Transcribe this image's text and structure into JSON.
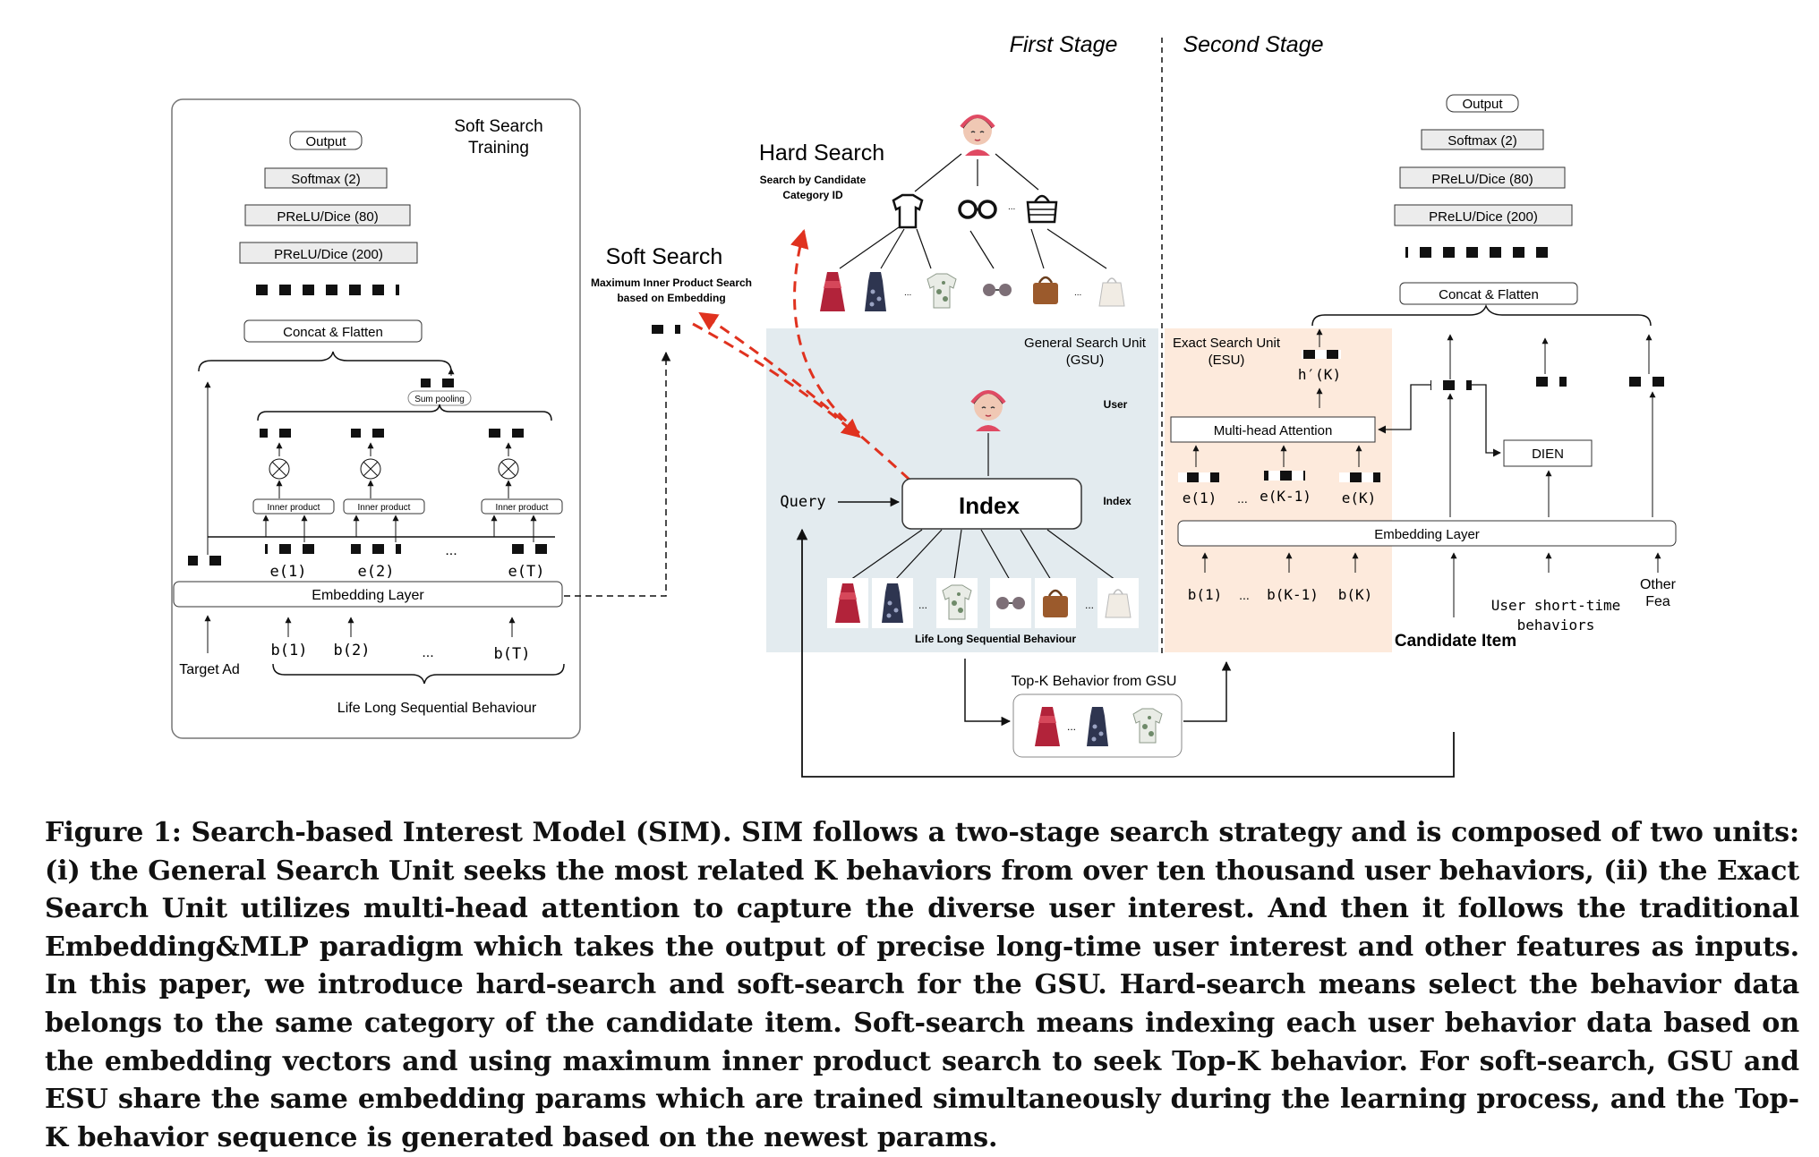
{
  "stages": {
    "first": "First Stage",
    "second": "Second Stage"
  },
  "soft_training": {
    "title_line1": "Soft Search",
    "title_line2": "Training",
    "output": "Output",
    "softmax": "Softmax (2)",
    "prelu80": "PReLU/Dice (80)",
    "prelu200": "PReLU/Dice (200)",
    "concat": "Concat & Flatten",
    "sum_pooling": "Sum pooling",
    "inner_product": "Inner product",
    "e1": "e(1)",
    "e2": "e(2)",
    "eT": "e(T)",
    "ellipsis": "...",
    "embedding_layer": "Embedding Layer",
    "target_ad": "Target Ad",
    "b1": "b(1)",
    "b2": "b(2)",
    "bT": "b(T)",
    "life_long": "Life Long Sequential Behaviour"
  },
  "hard_search": {
    "title": "Hard Search",
    "sub_line1": "Search by Candidate",
    "sub_line2": "Category ID"
  },
  "soft_search": {
    "title": "Soft Search",
    "sub_line1": "Maximum Inner Product Search",
    "sub_line2": "based on Embedding"
  },
  "gsu": {
    "title_line1": "General Search Unit",
    "title_line2": "(GSU)",
    "user": "User",
    "index": "Index",
    "index_label": "Index",
    "query": "Query",
    "life_long": "Life Long Sequential Behaviour",
    "topk": "Top-K Behavior from GSU",
    "ellipsis": "..."
  },
  "esu": {
    "title_line1": "Exact Search Unit",
    "title_line2": "(ESU)",
    "hK": "h′(K)",
    "mha": "Multi-head Attention",
    "e1": "e(1)",
    "eK1": "e(K-1)",
    "eK": "e(K)",
    "b1": "b(1)",
    "bK1": "b(K-1)",
    "bK": "b(K)",
    "ellipsis": "..."
  },
  "right_tower": {
    "output": "Output",
    "softmax": "Softmax (2)",
    "prelu80": "PReLU/Dice (80)",
    "prelu200": "PReLU/Dice (200)",
    "concat": "Concat & Flatten",
    "dien": "DIEN",
    "embedding_layer": "Embedding Layer",
    "short_line1": "User short-time",
    "short_line2": "behaviors",
    "other_line1": "Other",
    "other_line2": "Fea",
    "candidate": "Candidate Item"
  },
  "colors": {
    "gsu_bg": "#e3ebef",
    "esu_bg": "#fdeadc",
    "arrow_red": "#e0321f",
    "box_gray": "#ececec"
  },
  "icons": [
    "user-avatar-icon",
    "shirt-icon",
    "glasses-icon",
    "handbag-icon",
    "dress-icon",
    "bag-icon"
  ],
  "caption": "Figure 1: Search-based Interest Model (SIM). SIM follows a two-stage search strategy and is composed of two units: (i) the General Search Unit seeks the most related K behaviors from over ten thousand user behaviors, (ii) the Exact Search Unit utilizes multi-head attention to capture the diverse user interest. And then it follows the traditional Embedding&MLP paradigm which takes the output of precise long-time user interest and other features as inputs. In this paper, we introduce hard-search and soft-search for the GSU. Hard-search means select the behavior data belongs to the same category of the candidate item. Soft-search means indexing each user behavior data based on the embedding vectors and using maximum inner product search to seek Top-K behavior. For soft-search, GSU and ESU share the same embedding params which are trained simultaneously during the learning process, and the Top-K behavior sequence is generated based on the newest params."
}
